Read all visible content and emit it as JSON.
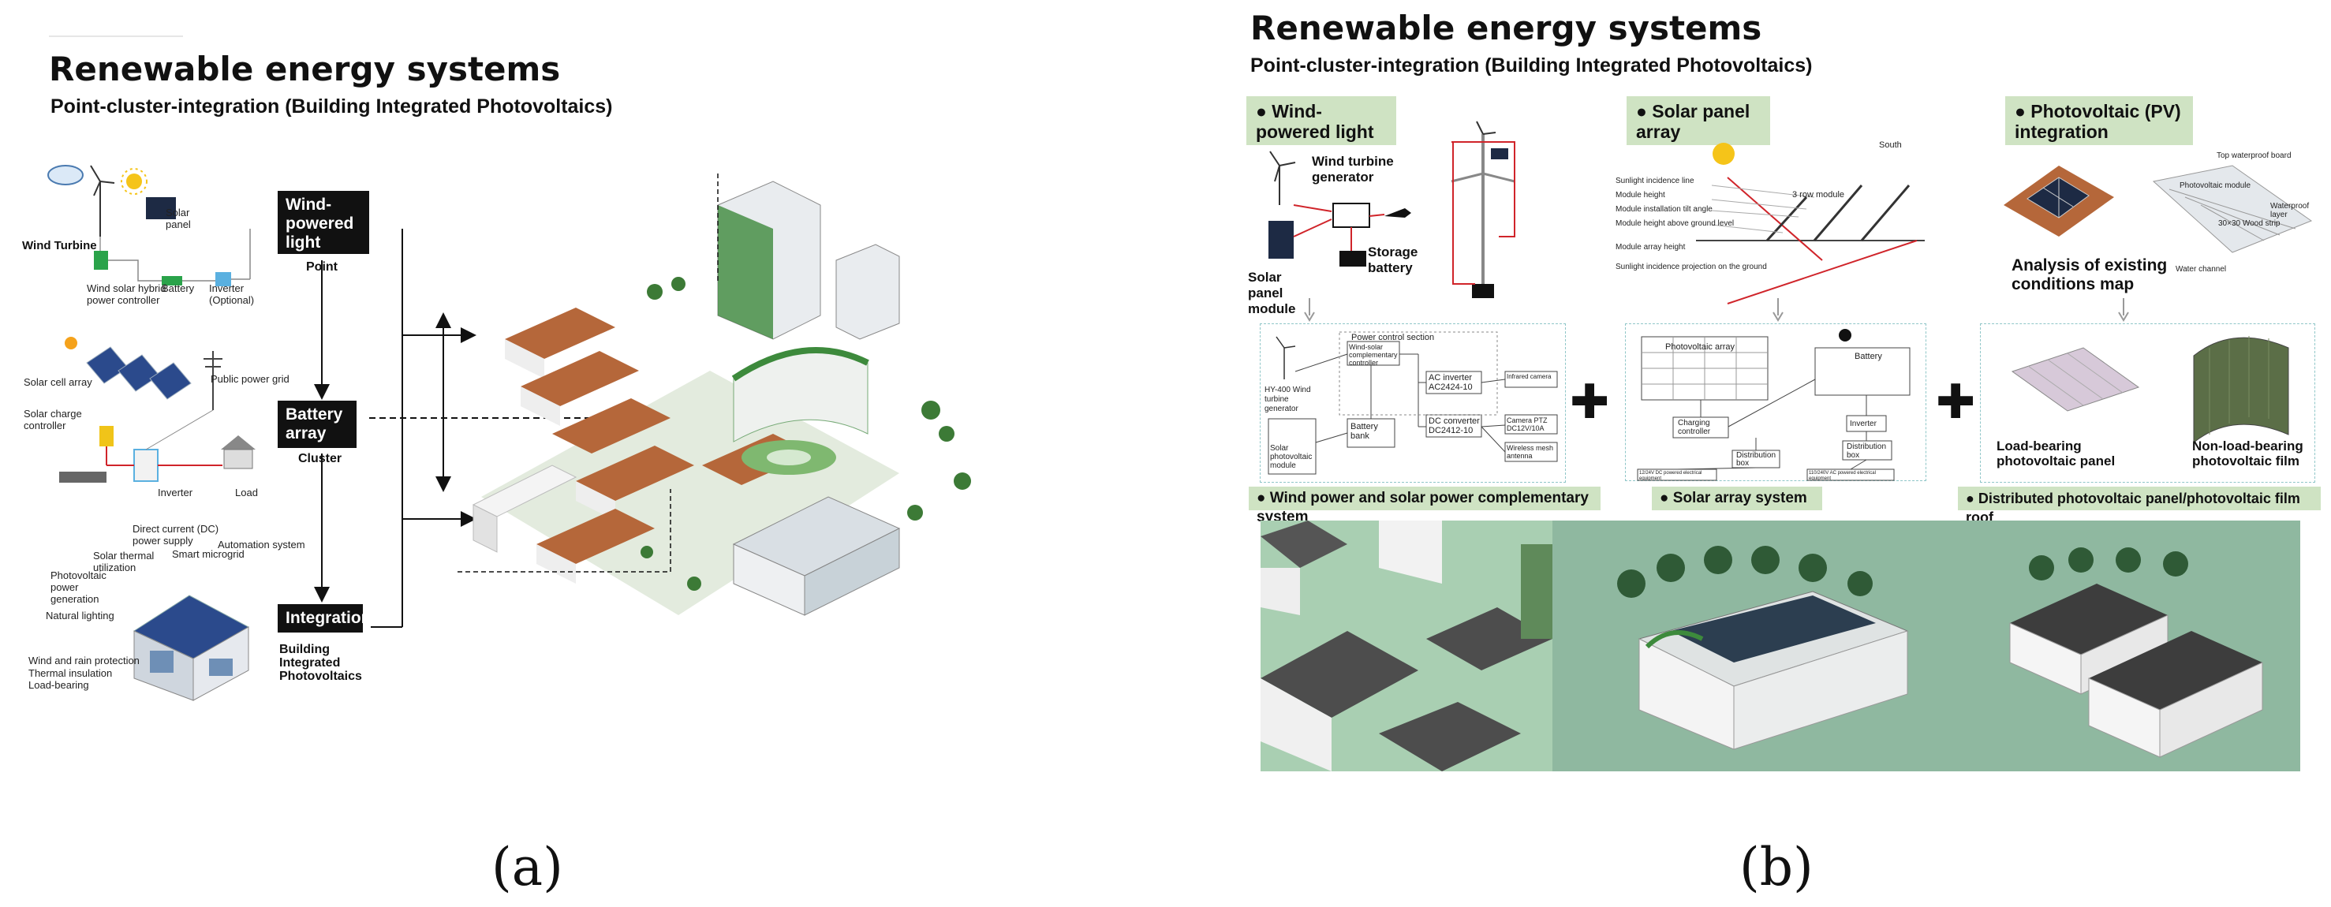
{
  "panel_a": {
    "title": "Renewable energy systems",
    "subtitle": "Point-cluster-integration (Building Integrated Photovoltaics)",
    "wind_turbine": "Wind Turbine",
    "solar_panel": "Solar panel",
    "controller": "Wind solar hybrid power controller",
    "battery": "Battery",
    "inverter_optional": "Inverter (Optional)",
    "solar_cell_array": "Solar cell array",
    "public_power_grid": "Public power grid",
    "solar_charge_controller": "Solar charge controller",
    "inverter": "Inverter",
    "load": "Load",
    "house_labels": {
      "dc_supply": "Direct current (DC) power supply",
      "automation": "Automation system",
      "solar_thermal": "Solar thermal utilization",
      "smart_microgrid": "Smart microgrid",
      "pv_generation": "Photovoltaic power generation",
      "natural_lighting": "Natural lighting",
      "wind_rain": "Wind and rain protection",
      "thermal_insulation": "Thermal insulation",
      "load_bearing": "Load-bearing"
    },
    "flow": {
      "box1": "Wind-powered light",
      "label1": "Point",
      "box2": "Battery array",
      "label2": "Cluster",
      "box3": "Integration",
      "label3": "Building Integrated Photovoltaics"
    },
    "caption": "(a)"
  },
  "panel_b": {
    "title": "Renewable energy systems",
    "subtitle": "Point-cluster-integration (Building Integrated Photovoltaics)",
    "col1": {
      "head": "Wind-powered light",
      "turbine_gen": "Wind turbine generator",
      "storage": "Storage battery",
      "solar_module": "Solar panel module",
      "power_section": "Power control section",
      "hy400": "HY-400 Wind turbine generator",
      "complementary": "Wind-solar complementary controller",
      "ac_inverter": "AC inverter AC2424-10",
      "dc_converter": "DC converter DC2412-10",
      "infrared": "Infrared camera",
      "camera_ptz": "Camera PTZ DC12V/10A",
      "wireless": "Wireless mesh antenna",
      "solar_pv_module": "Solar photovoltaic module",
      "battery_bank": "Battery bank",
      "bar": "Wind power and solar power complementary system"
    },
    "col2": {
      "head": "Solar panel array",
      "south": "South",
      "sunlight_line": "Sunlight incidence line",
      "module_height": "Module height",
      "tilt": "Module installation tilt angle",
      "height_ground": "Module height above ground level",
      "array_height": "Module array height",
      "projection": "Sunlight incidence projection on the ground",
      "row_module": "3 row module",
      "pv_array": "Photovoltaic array",
      "battery": "Battery",
      "charging": "Charging controller",
      "inverter": "Inverter",
      "dist_box1": "Distribution box",
      "dist_box2": "Distribution box",
      "dc_equipment": "12/24V DC powered electrical equipment",
      "ac_equipment": "110/240V AC powered electrical equipment",
      "bar": "Solar array system"
    },
    "col3": {
      "head": "Photovoltaic (PV) integration",
      "top_board": "Top waterproof board",
      "pv_module": "Photovoltaic module",
      "waterproof": "Waterproof layer",
      "wood_strip": "30×30 Wood strip",
      "water_channel": "Water channel",
      "analysis": "Analysis of existing conditions map",
      "load_bearing": "Load-bearing photovoltaic panel",
      "non_load_bearing": "Non-load-bearing photovoltaic film",
      "bar": "Distributed photovoltaic panel/photovoltaic film roof"
    },
    "caption": "(b)"
  },
  "colors": {
    "green_label": "#cfe3c3",
    "dashed_teal": "#8fc6c8",
    "render_bg": "#8fb8a0",
    "roof_brown": "#b5673a",
    "arrow_red": "#d0242a"
  }
}
